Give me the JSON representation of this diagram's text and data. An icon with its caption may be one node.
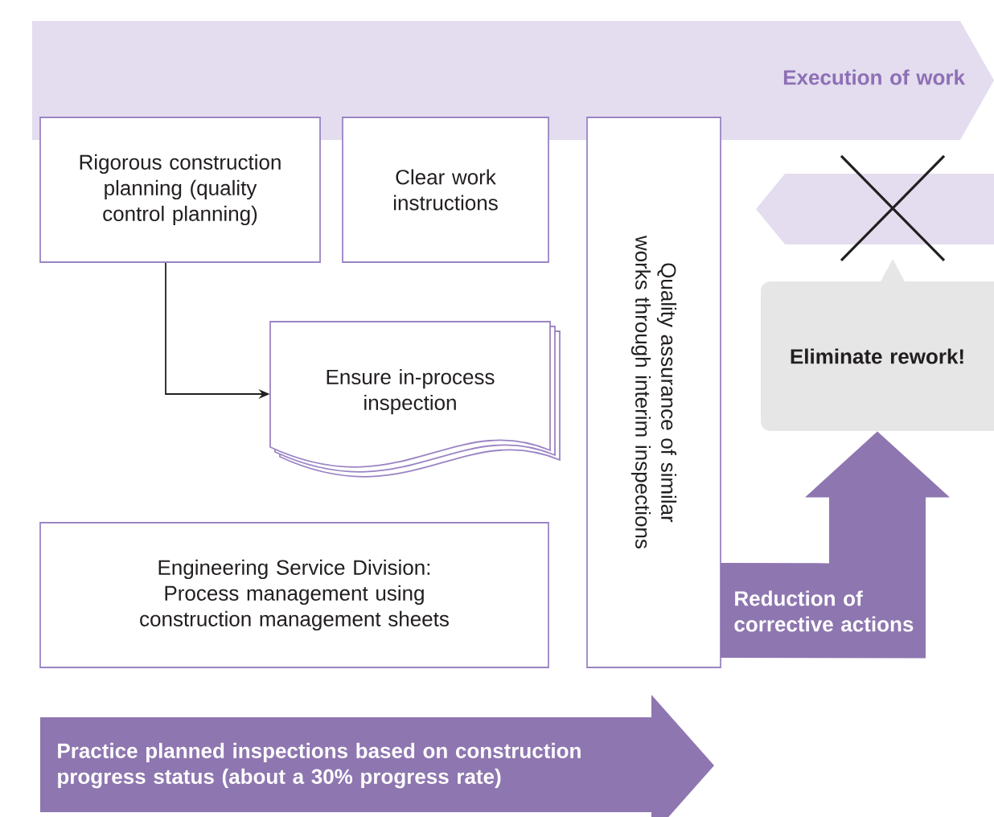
{
  "diagram": {
    "nodes": [
      {
        "text": [
          "Execution of work"
        ]
      },
      {
        "text": [
          "Rigorous construction planning (quality control planning)"
        ]
      },
      {
        "text": [
          "Clear work instructions"
        ]
      },
      {
        "text": [
          "Quality assurance of similar works through interim inspections"
        ]
      },
      {
        "text": [
          "Ensure in-process inspection"
        ]
      },
      {
        "text": [
          "Engineering Service Division: Process management using construction management sheets"
        ]
      },
      {
        "text": [
          "Eliminate rework!"
        ]
      },
      {
        "text": [
          "Practice planned inspections based on construction progress status (about a 30% progress rate)"
        ]
      }
    ],
    "edges": [
      {
        "from": 1,
        "to": 4,
        "arrow": "to"
      },
      {
        "from": 3,
        "to": 6,
        "arrow": "to",
        "label": "Reduction of corrective actions",
        "style": "thick",
        "color": "#8e76b0"
      }
    ]
  }
}
